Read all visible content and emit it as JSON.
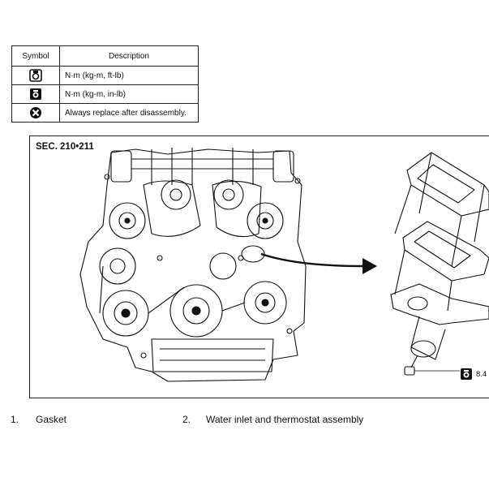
{
  "legend": {
    "header_symbol": "Symbol",
    "header_description": "Description",
    "rows": [
      {
        "icon": "torque-wrench-icon",
        "description": "N·m (kg-m, ft-lb)"
      },
      {
        "icon": "torque-wrench-filled-icon",
        "description": "N·m (kg-m, in-lb)"
      },
      {
        "icon": "replace-part-icon",
        "description": "Always replace after disassembly."
      }
    ]
  },
  "figure": {
    "section_label": "SEC. 210•211",
    "torque_value": "8.4"
  },
  "captions": [
    {
      "number": "1.",
      "text": "Gasket"
    },
    {
      "number": "2.",
      "text": "Water inlet and thermostat assembly"
    }
  ]
}
